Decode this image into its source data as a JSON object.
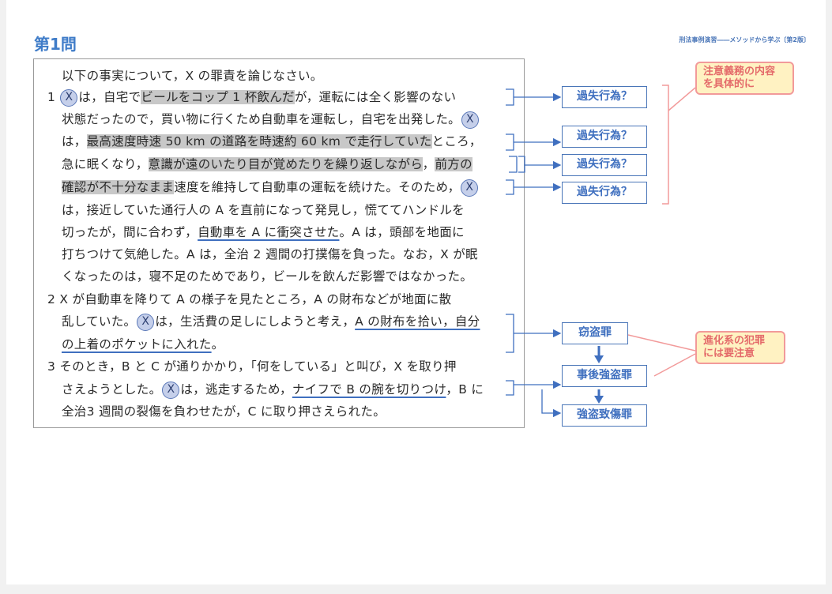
{
  "header": {
    "problem_title": "第1問",
    "book_title": "刑法事例演習――メソッドから学ぶ〔第2版〕"
  },
  "text": {
    "l1": "以下の事実について，X の罪責を論じなさい。",
    "l2a": "1 ",
    "x": "X",
    "l2b": "は，自宅で",
    "l2c": "ビールをコップ 1 杯飲んだ",
    "l2d": "が，運転には全く影響のない",
    "l3a": "状態だったので，買い物に行くため自動車を運転し，自宅を出発した。",
    "l4a": "は，",
    "l4b": "最高速度時速 50 km の道路を時速約 60 km で走行していた",
    "l4c": "ところ，",
    "l5a": "急に眠くなり，",
    "l5b": "意識が遠のいたり目が覚めたりを繰り返しながら",
    "l5c": "，",
    "l5d": "前方の",
    "l6a": "確認が不十分なまま",
    "l6b": "速度を維持して自動車の運転を続けた。そのため，",
    "l7": "は，接近していた通行人の A を直前になって発見し，慌ててハンドルを",
    "l8a": "切ったが，間に合わず，",
    "l8b": "自動車を A に衝突させた",
    "l8c": "。A は，頭部を地面に",
    "l9": "打ちつけて気絶した。A は，全治 2 週間の打撲傷を負った。なお，X が眠",
    "l10": "くなったのは，寝不足のためであり，ビールを飲んだ影響ではなかった。",
    "l11": "2 X が自動車を降りて A の様子を見たところ，A の財布などが地面に散",
    "l12a": "乱していた。",
    "l12b": "は，生活費の足しにしようと考え，",
    "l12c": "A の財布を拾い，自分",
    "l13a": "の上着のポケットに入れた",
    "l13b": "。",
    "l14": "3 そのとき，B と C が通りかかり，「何をしている」と叫び，X を取り押",
    "l15a": "さえようとした。",
    "l15b": "は，逃走するため，",
    "l15c": "ナイフで B の腕を切りつけ",
    "l15d": "，B に",
    "l16": "全治3 週間の裂傷を負わせたが，C に取り押さえられた。"
  },
  "boxes": {
    "b1": "過失行為？",
    "b2": "過失行為？",
    "b3": "過失行為？",
    "b4": "過失行為？",
    "b5": "窃盗罪",
    "b6": "事後強盗罪",
    "b7": "強盗致傷罪"
  },
  "notes": {
    "n1a": "注意義務の内容",
    "n1b": "を具体的に",
    "n2a": "進化系の犯罪",
    "n2b": "には要注意"
  }
}
